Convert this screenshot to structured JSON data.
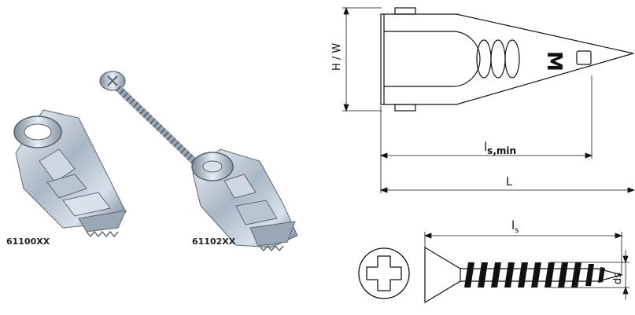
{
  "products": [
    {
      "code": "61100XX"
    },
    {
      "code": "61102XX"
    }
  ],
  "drawing": {
    "height_width_label": "H / W",
    "min_setting_length_label": "l",
    "min_setting_length_sub": "s,min",
    "total_length_label": "L",
    "screw_length_label": "l",
    "screw_length_sub": "s",
    "screw_diameter_label": "ds",
    "marking": "M"
  }
}
